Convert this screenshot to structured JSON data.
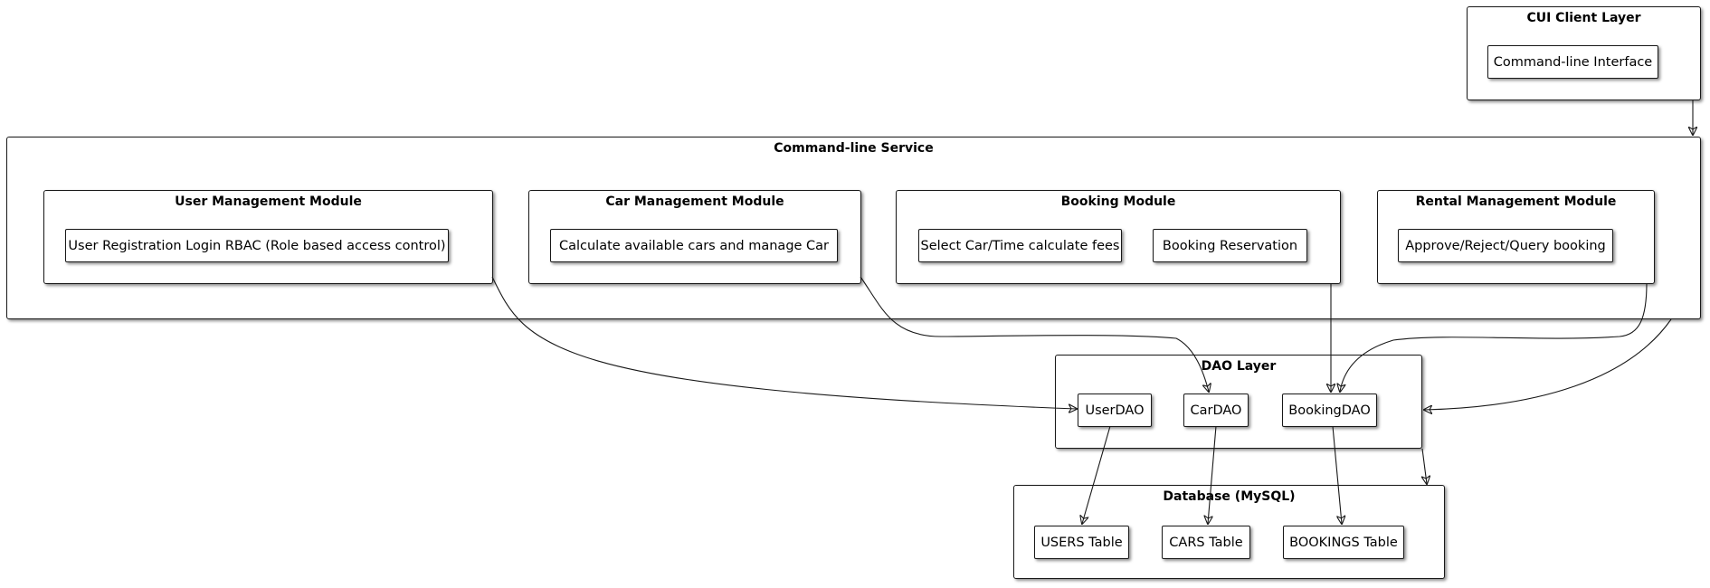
{
  "layers": {
    "cui_client": {
      "title": "CUI Client Layer",
      "components": [
        "Command-line Interface"
      ]
    },
    "command_line_service": {
      "title": "Command-line Service",
      "modules": {
        "user": {
          "title": "User Management Module",
          "components": [
            "User Registration Login RBAC  (Role based access control)"
          ]
        },
        "car": {
          "title": "Car Management Module",
          "components": [
            "Calculate available cars and manage Car"
          ]
        },
        "booking": {
          "title": "Booking Module",
          "components": [
            "Select Car/Time calculate fees",
            "Booking Reservation"
          ]
        },
        "rental": {
          "title": "Rental Management Module",
          "components": [
            "Approve/Reject/Query booking"
          ]
        }
      }
    },
    "dao": {
      "title": "DAO Layer",
      "components": [
        "UserDAO",
        "CarDAO",
        "BookingDAO"
      ]
    },
    "database": {
      "title": "Database (MySQL)",
      "components": [
        "USERS Table",
        "CARS Table",
        "BOOKINGS Table"
      ]
    }
  }
}
